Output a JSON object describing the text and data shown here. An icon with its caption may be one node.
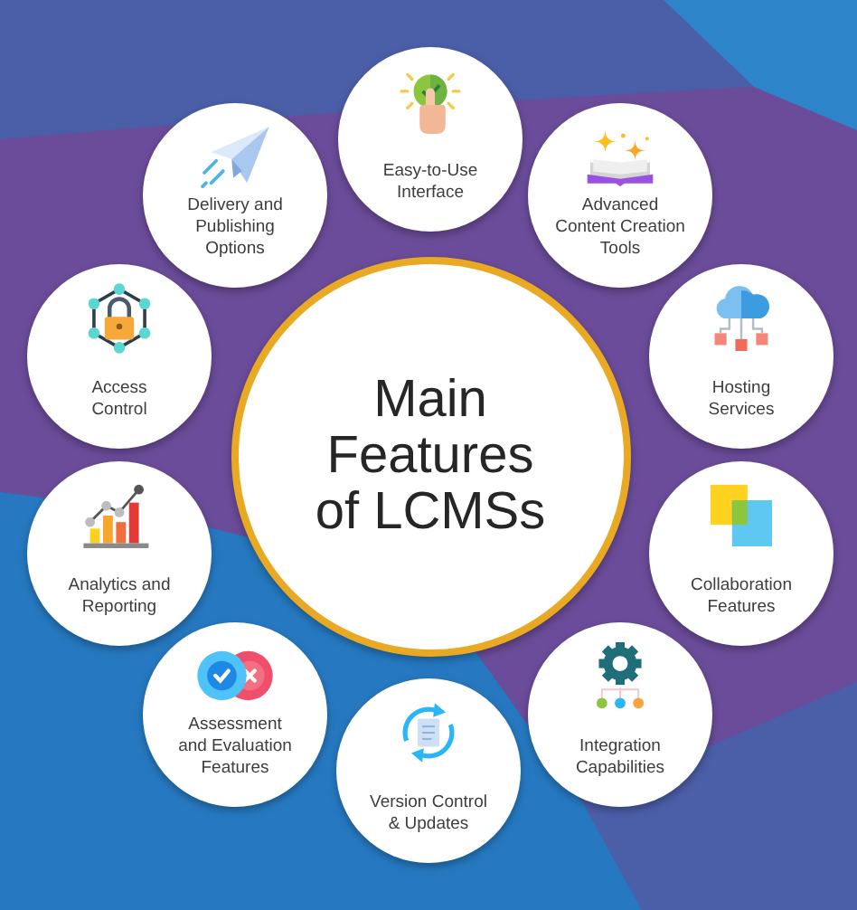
{
  "diagram": {
    "nodes": [
      {
        "text": [
          "Main Features of LCMSs"
        ]
      },
      {
        "text": [
          "Easy-to-Use Interface"
        ]
      },
      {
        "text": [
          "Advanced Content Creation Tools"
        ]
      },
      {
        "text": [
          "Hosting Services"
        ]
      },
      {
        "text": [
          "Collaboration Features"
        ]
      },
      {
        "text": [
          "Integration Capabilities"
        ]
      },
      {
        "text": [
          "Version Control & Updates"
        ]
      },
      {
        "text": [
          "Assessment and Evaluation Features"
        ]
      },
      {
        "text": [
          "Analytics and Reporting"
        ]
      },
      {
        "text": [
          "Access Control"
        ]
      },
      {
        "text": [
          "Delivery and Publishing Options"
        ]
      }
    ]
  }
}
